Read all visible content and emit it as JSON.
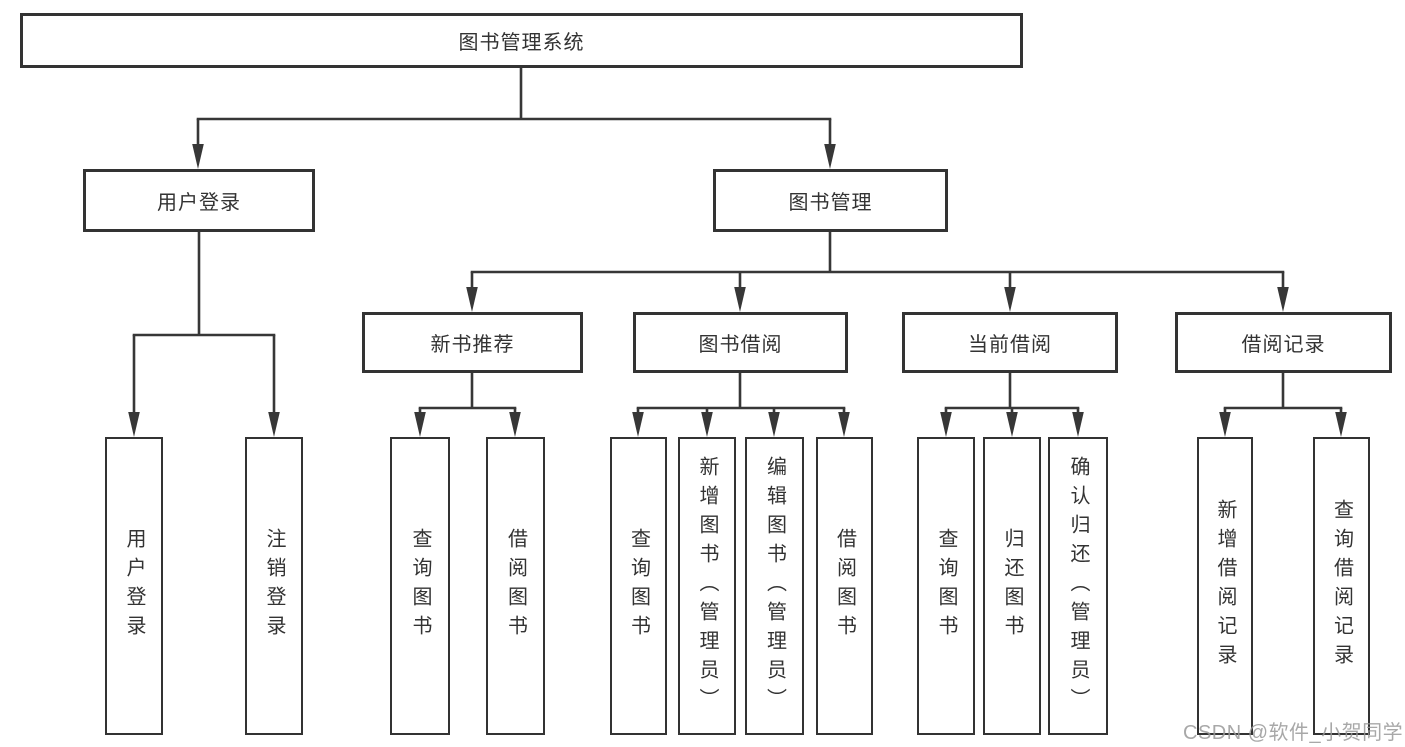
{
  "tree": {
    "root": {
      "label": "图书管理系统"
    },
    "branches": [
      {
        "label": "用户登录",
        "children": [
          {
            "label": "用户登录"
          },
          {
            "label": "注销登录"
          }
        ]
      },
      {
        "label": "图书管理",
        "children": [
          {
            "label": "新书推荐",
            "children": [
              {
                "label": "查询图书"
              },
              {
                "label": "借阅图书"
              }
            ]
          },
          {
            "label": "图书借阅",
            "children": [
              {
                "label": "查询图书"
              },
              {
                "label": "新增图书（管理员）"
              },
              {
                "label": "编辑图书（管理员）"
              },
              {
                "label": "借阅图书"
              }
            ]
          },
          {
            "label": "当前借阅",
            "children": [
              {
                "label": "查询图书"
              },
              {
                "label": "归还图书"
              },
              {
                "label": "确认归还（管理员）"
              }
            ]
          },
          {
            "label": "借阅记录",
            "children": [
              {
                "label": "新增借阅记录"
              },
              {
                "label": "查询借阅记录"
              }
            ]
          }
        ]
      }
    ]
  },
  "watermark": {
    "text": "CSDN @软件_小贺同学"
  },
  "colors": {
    "line": "#373737",
    "node_border": "#333333",
    "node_text": "#333333",
    "background": "#ffffff",
    "watermark": "#999999"
  }
}
